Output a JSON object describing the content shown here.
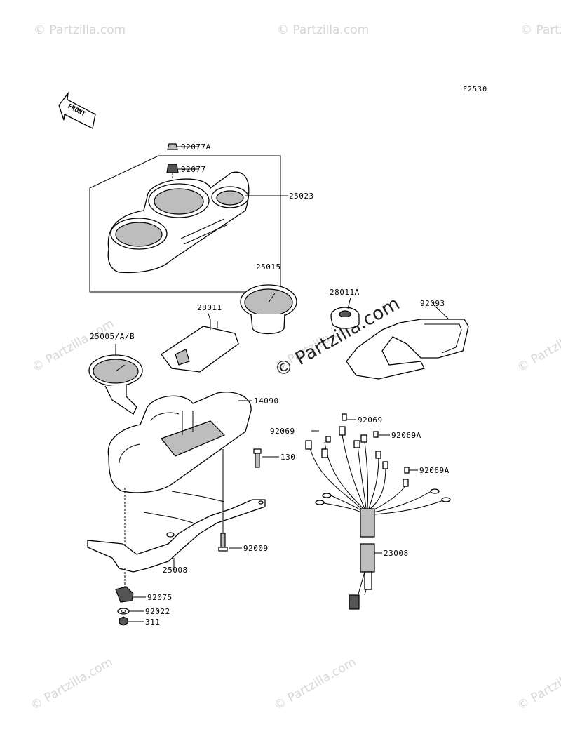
{
  "figure_id": "F2530",
  "front_label": "FRONT",
  "watermark": {
    "small": "© Partzilla.com",
    "big": "© Partzilla.com"
  },
  "callouts": {
    "p92077A": "92077A",
    "p92077": "92077",
    "p25023": "25023",
    "p25015": "25015",
    "p28011A": "28011A",
    "p92093": "92093",
    "p28011": "28011",
    "p25005": "25005/A/B",
    "p14090": "14090",
    "p92069a": "92069",
    "p92069b": "92069",
    "p92069A1": "92069A",
    "p92069A2": "92069A",
    "p130": "130",
    "p92009": "92009",
    "p25008": "25008",
    "p23008": "23008",
    "p92075": "92075",
    "p92022": "92022",
    "p311": "311"
  }
}
